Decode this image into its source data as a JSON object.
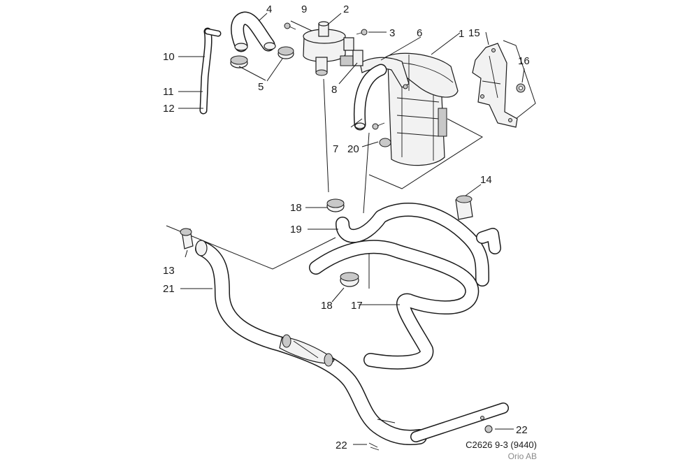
{
  "labels": {
    "l1": "1",
    "l2": "2",
    "l3": "3",
    "l4": "4",
    "l5": "5",
    "l6": "6",
    "l7": "7",
    "l8": "8",
    "l9": "9",
    "l10": "10",
    "l11": "11",
    "l12": "12",
    "l13": "13",
    "l14": "14",
    "l15": "15",
    "l16": "16",
    "l17": "17",
    "l18a": "18",
    "l18b": "18",
    "l19": "19",
    "l20": "20",
    "l21": "21",
    "l22a": "22",
    "l22b": "22"
  },
  "caption": {
    "code": "C2626 9-3 (9440)",
    "company": "Orio AB"
  }
}
